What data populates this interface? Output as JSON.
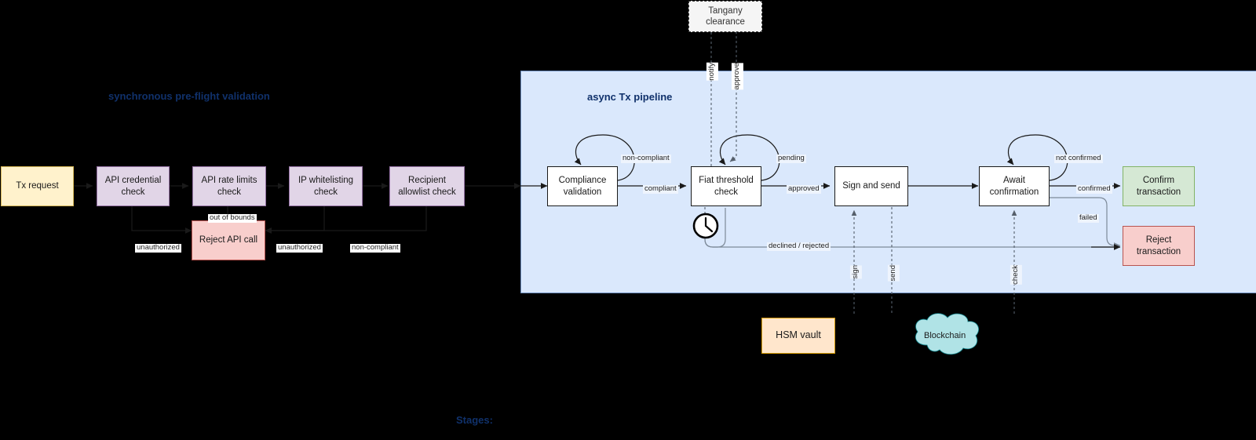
{
  "diagram": {
    "title_sync": "synchronous pre-flight validation",
    "title_async": "async Tx pipeline",
    "stages_label": "Stages:",
    "colors": {
      "lane_fill": "#dae8fc",
      "lane_stroke": "#6c8ebf",
      "title_blue": "#10316b",
      "yellow_fill": "#fff2cc",
      "yellow_stroke": "#d6b656",
      "purple_fill": "#e1d5e7",
      "purple_stroke": "#9673a6",
      "red_fill": "#f8cecc",
      "red_stroke": "#b85450",
      "green_fill": "#d5e8d4",
      "green_stroke": "#82b366",
      "orange_fill": "#ffe6cc",
      "orange_stroke": "#d79b00",
      "cloud_fill": "#b0e3e6",
      "cloud_stroke": "#0e8088",
      "background": "#000000"
    }
  },
  "sync_stage": {
    "nodes": [
      {
        "id": "tx-request",
        "label": "Tx request"
      },
      {
        "id": "api-credential-check",
        "label": "API credential check"
      },
      {
        "id": "api-rate-limits-check",
        "label": "API rate limits check"
      },
      {
        "id": "ip-whitelisting-check",
        "label": "IP whitelisting check"
      },
      {
        "id": "recipient-allowlist-check",
        "label": "Recipient allowlist check"
      },
      {
        "id": "reject-api-call",
        "label": "Reject API call"
      }
    ],
    "edge_labels": [
      {
        "id": "unauthorized-1",
        "label": "unauthorized"
      },
      {
        "id": "out-of-bounds",
        "label": "out of bounds"
      },
      {
        "id": "unauthorized-2",
        "label": "unauthorized"
      },
      {
        "id": "non-compliant",
        "label": "non-compliant"
      }
    ]
  },
  "async_stage": {
    "nodes": [
      {
        "id": "compliance-validation",
        "label": "Compliance validation"
      },
      {
        "id": "fiat-threshold-check",
        "label": "Fiat threshold check"
      },
      {
        "id": "sign-and-send",
        "label": "Sign and send"
      },
      {
        "id": "await-confirmation",
        "label": "Await confirmation"
      },
      {
        "id": "confirm-transaction",
        "label": "Confirm transaction"
      },
      {
        "id": "reject-transaction",
        "label": "Reject transaction"
      }
    ],
    "edge_labels": [
      {
        "id": "non-compliant-loop",
        "label": "non-compliant"
      },
      {
        "id": "compliant",
        "label": "compliant"
      },
      {
        "id": "pending-loop",
        "label": "pending"
      },
      {
        "id": "approved",
        "label": "approved"
      },
      {
        "id": "not-confirmed-loop",
        "label": "not confirmed"
      },
      {
        "id": "confirmed",
        "label": "confirmed"
      },
      {
        "id": "failed",
        "label": "failed"
      },
      {
        "id": "declined-rejected",
        "label": "declined / rejected"
      }
    ],
    "timer_icon": "clock-icon"
  },
  "external": {
    "tangany_clearance": "Tangany clearance",
    "hsm_vault": "HSM vault",
    "blockchain": "Blockchain",
    "dependency_labels": [
      {
        "id": "notify",
        "label": "notify"
      },
      {
        "id": "approve",
        "label": "approve"
      },
      {
        "id": "sign",
        "label": "sign"
      },
      {
        "id": "send",
        "label": "send"
      },
      {
        "id": "check",
        "label": "check"
      }
    ]
  }
}
